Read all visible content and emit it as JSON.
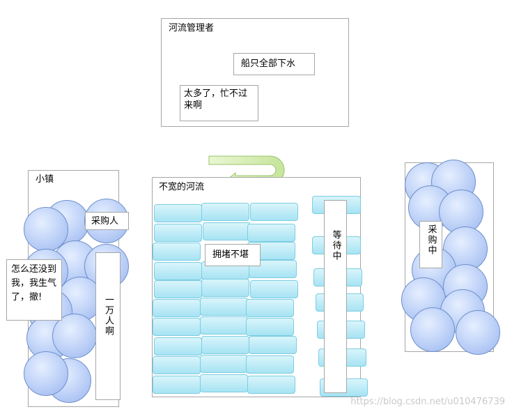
{
  "manager": {
    "title": "河流管理者",
    "order": "船只全部下水",
    "complaint": "太多了，忙不过来啊"
  },
  "town": {
    "title": "小镇",
    "buyer": "采购人",
    "angry": "怎么还没到我，我生气了，撤!",
    "crowd": "一万人啊"
  },
  "river": {
    "title": "不宽的河流",
    "jam": "拥堵不堪",
    "waiting": "等待中"
  },
  "right": {
    "buying": "采购中"
  },
  "watermark": "https://blog.csdn.net/u010476739"
}
